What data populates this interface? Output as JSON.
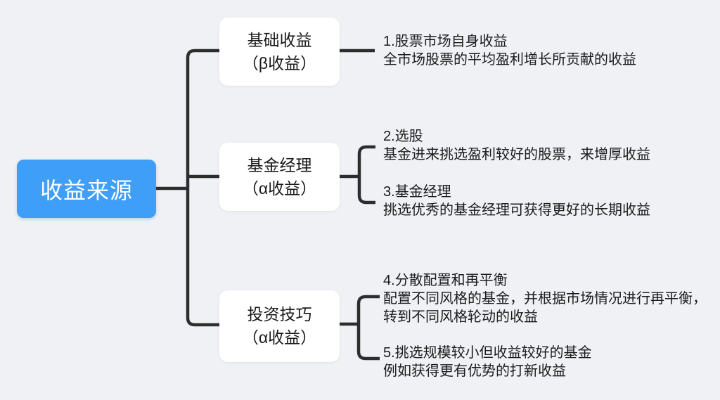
{
  "colors": {
    "background": "#eff1f5",
    "root_fill": "#3e9ef8",
    "root_text": "#ffffff",
    "branch_fill": "#ffffff",
    "text": "#1a1a1a",
    "connector": "#2d2d2d"
  },
  "root": {
    "label": "收益来源"
  },
  "branches": [
    {
      "id": "basic",
      "lines": [
        "基础收益",
        "（β收益）"
      ]
    },
    {
      "id": "manager",
      "lines": [
        "基金经理",
        "（α收益）"
      ]
    },
    {
      "id": "skill",
      "lines": [
        "投资技巧",
        "（α收益）"
      ]
    }
  ],
  "leaves": [
    {
      "lines": [
        "1.股票市场自身收益",
        "全市场股票的平均盈利增长所贡献的收益"
      ]
    },
    {
      "lines": [
        "2.选股",
        "基金进来挑选盈利较好的股票，来增厚收益"
      ]
    },
    {
      "lines": [
        "3.基金经理",
        "挑选优秀的基金经理可获得更好的长期收益"
      ]
    },
    {
      "lines": [
        "4.分散配置和再平衡",
        "配置不同风格的基金，并根据市场情况进行再平衡，",
        "转到不同风格轮动的收益"
      ]
    },
    {
      "lines": [
        "5.挑选规模较小但收益较好的基金",
        "例如获得更有优势的打新收益"
      ]
    }
  ]
}
